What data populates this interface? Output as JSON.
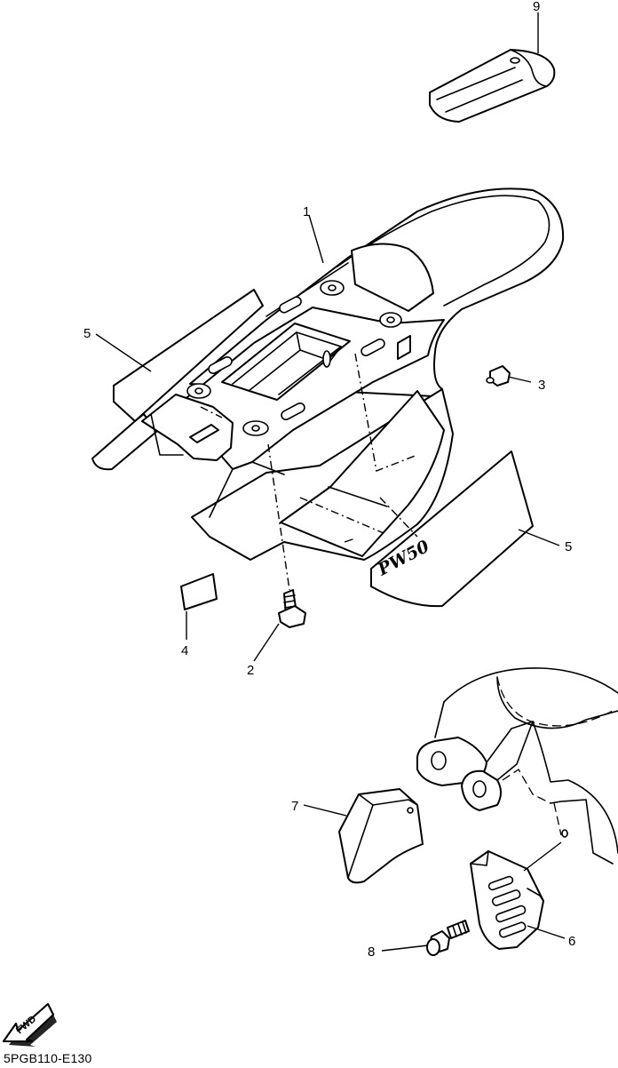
{
  "drawing_code": "5PGB110-E130",
  "fwd_label": "FWD",
  "decal_text": "PW50",
  "callouts": [
    {
      "id": "c1",
      "label": "1"
    },
    {
      "id": "c2",
      "label": "2"
    },
    {
      "id": "c3",
      "label": "3"
    },
    {
      "id": "c4",
      "label": "4"
    },
    {
      "id": "c5a",
      "label": "5"
    },
    {
      "id": "c5b",
      "label": "5"
    },
    {
      "id": "c6",
      "label": "6"
    },
    {
      "id": "c7",
      "label": "7"
    },
    {
      "id": "c8",
      "label": "8"
    },
    {
      "id": "c9",
      "label": "9"
    }
  ]
}
